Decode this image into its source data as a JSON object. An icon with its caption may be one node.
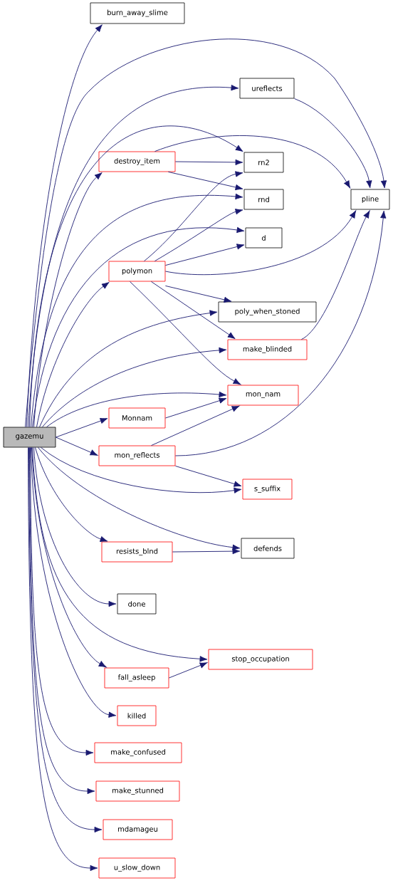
{
  "diagram": {
    "nodes": [
      {
        "text": [
          "gazemu"
        ]
      },
      {
        "text": [
          "burn_away_slime"
        ]
      },
      {
        "text": [
          "ureflects"
        ]
      },
      {
        "text": [
          "destroy_item"
        ]
      },
      {
        "text": [
          "rn2"
        ]
      },
      {
        "text": [
          "pline"
        ]
      },
      {
        "text": [
          "rnd"
        ]
      },
      {
        "text": [
          "d"
        ]
      },
      {
        "text": [
          "polymon"
        ]
      },
      {
        "text": [
          "poly_when_stoned"
        ]
      },
      {
        "text": [
          "make_blinded"
        ]
      },
      {
        "text": [
          "mon_nam"
        ]
      },
      {
        "text": [
          "Monnam"
        ]
      },
      {
        "text": [
          "mon_reflects"
        ]
      },
      {
        "text": [
          "s_suffix"
        ]
      },
      {
        "text": [
          "defends"
        ]
      },
      {
        "text": [
          "resists_blnd"
        ]
      },
      {
        "text": [
          "done"
        ]
      },
      {
        "text": [
          "stop_occupation"
        ]
      },
      {
        "text": [
          "fall_asleep"
        ]
      },
      {
        "text": [
          "killed"
        ]
      },
      {
        "text": [
          "make_confused"
        ]
      },
      {
        "text": [
          "make_stunned"
        ]
      },
      {
        "text": [
          "mdamageu"
        ]
      },
      {
        "text": [
          "u_slow_down"
        ]
      }
    ],
    "edges": [
      {
        "from": 0,
        "to": 1,
        "arrow": "to"
      },
      {
        "from": 0,
        "to": 5,
        "arrow": "to"
      },
      {
        "from": 0,
        "to": 2,
        "arrow": "to"
      },
      {
        "from": 0,
        "to": 3,
        "arrow": "to"
      },
      {
        "from": 0,
        "to": 4,
        "arrow": "to"
      },
      {
        "from": 0,
        "to": 6,
        "arrow": "to"
      },
      {
        "from": 0,
        "to": 7,
        "arrow": "to"
      },
      {
        "from": 0,
        "to": 8,
        "arrow": "to"
      },
      {
        "from": 0,
        "to": 9,
        "arrow": "to"
      },
      {
        "from": 0,
        "to": 10,
        "arrow": "to"
      },
      {
        "from": 0,
        "to": 11,
        "arrow": "to"
      },
      {
        "from": 0,
        "to": 12,
        "arrow": "to"
      },
      {
        "from": 0,
        "to": 13,
        "arrow": "to"
      },
      {
        "from": 0,
        "to": 14,
        "arrow": "to"
      },
      {
        "from": 0,
        "to": 15,
        "arrow": "to"
      },
      {
        "from": 0,
        "to": 16,
        "arrow": "to"
      },
      {
        "from": 0,
        "to": 17,
        "arrow": "to"
      },
      {
        "from": 0,
        "to": 18,
        "arrow": "to"
      },
      {
        "from": 0,
        "to": 19,
        "arrow": "to"
      },
      {
        "from": 0,
        "to": 20,
        "arrow": "to"
      },
      {
        "from": 0,
        "to": 21,
        "arrow": "to"
      },
      {
        "from": 0,
        "to": 22,
        "arrow": "to"
      },
      {
        "from": 0,
        "to": 23,
        "arrow": "to"
      },
      {
        "from": 0,
        "to": 24,
        "arrow": "to"
      },
      {
        "from": 2,
        "to": 5,
        "arrow": "to"
      },
      {
        "from": 3,
        "to": 5,
        "arrow": "to"
      },
      {
        "from": 3,
        "to": 4,
        "arrow": "to"
      },
      {
        "from": 3,
        "to": 6,
        "arrow": "to"
      },
      {
        "from": 8,
        "to": 4,
        "arrow": "to"
      },
      {
        "from": 8,
        "to": 6,
        "arrow": "to"
      },
      {
        "from": 8,
        "to": 7,
        "arrow": "to"
      },
      {
        "from": 8,
        "to": 5,
        "arrow": "to"
      },
      {
        "from": 8,
        "to": 9,
        "arrow": "to"
      },
      {
        "from": 8,
        "to": 10,
        "arrow": "to"
      },
      {
        "from": 8,
        "to": 11,
        "arrow": "to"
      },
      {
        "from": 10,
        "to": 5,
        "arrow": "to"
      },
      {
        "from": 12,
        "to": 11,
        "arrow": "to"
      },
      {
        "from": 13,
        "to": 11,
        "arrow": "to"
      },
      {
        "from": 13,
        "to": 5,
        "arrow": "to"
      },
      {
        "from": 13,
        "to": 14,
        "arrow": "to"
      },
      {
        "from": 16,
        "to": 15,
        "arrow": "to"
      },
      {
        "from": 19,
        "to": 18,
        "arrow": "to"
      }
    ]
  }
}
